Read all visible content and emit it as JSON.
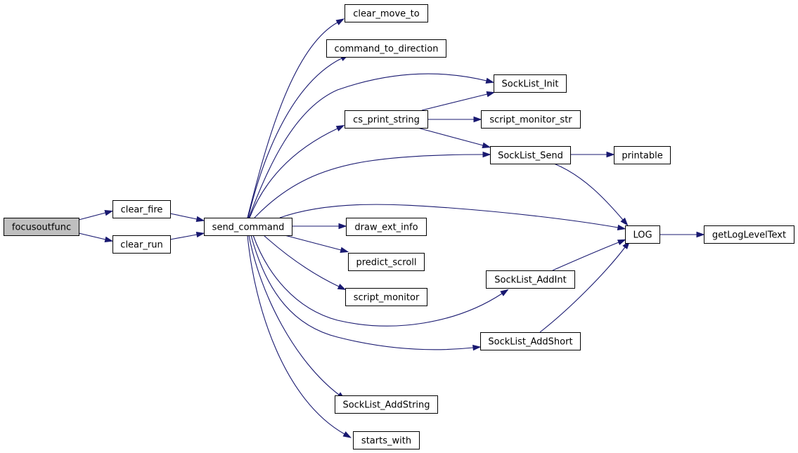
{
  "diagram": {
    "nodes": [
      {
        "id": "focusoutfunc",
        "label": "focusoutfunc",
        "root": true
      },
      {
        "id": "clear_fire",
        "label": "clear_fire"
      },
      {
        "id": "clear_run",
        "label": "clear_run"
      },
      {
        "id": "send_command",
        "label": "send_command"
      },
      {
        "id": "clear_move_to",
        "label": "clear_move_to"
      },
      {
        "id": "command_to_direction",
        "label": "command_to_direction"
      },
      {
        "id": "cs_print_string",
        "label": "cs_print_string"
      },
      {
        "id": "draw_ext_info",
        "label": "draw_ext_info"
      },
      {
        "id": "predict_scroll",
        "label": "predict_scroll"
      },
      {
        "id": "script_monitor",
        "label": "script_monitor"
      },
      {
        "id": "SockList_AddString",
        "label": "SockList_AddString"
      },
      {
        "id": "starts_with",
        "label": "starts_with"
      },
      {
        "id": "SockList_Init",
        "label": "SockList_Init"
      },
      {
        "id": "script_monitor_str",
        "label": "script_monitor_str"
      },
      {
        "id": "SockList_Send",
        "label": "SockList_Send"
      },
      {
        "id": "SockList_AddInt",
        "label": "SockList_AddInt"
      },
      {
        "id": "SockList_AddShort",
        "label": "SockList_AddShort"
      },
      {
        "id": "printable",
        "label": "printable"
      },
      {
        "id": "LOG",
        "label": "LOG"
      },
      {
        "id": "getLogLevelText",
        "label": "getLogLevelText"
      }
    ],
    "edges": [
      {
        "from": "focusoutfunc",
        "to": "clear_fire"
      },
      {
        "from": "focusoutfunc",
        "to": "clear_run"
      },
      {
        "from": "clear_fire",
        "to": "send_command"
      },
      {
        "from": "clear_run",
        "to": "send_command"
      },
      {
        "from": "send_command",
        "to": "clear_move_to"
      },
      {
        "from": "send_command",
        "to": "command_to_direction"
      },
      {
        "from": "send_command",
        "to": "SockList_Init"
      },
      {
        "from": "send_command",
        "to": "cs_print_string"
      },
      {
        "from": "send_command",
        "to": "SockList_Send"
      },
      {
        "from": "send_command",
        "to": "LOG"
      },
      {
        "from": "send_command",
        "to": "draw_ext_info"
      },
      {
        "from": "send_command",
        "to": "predict_scroll"
      },
      {
        "from": "send_command",
        "to": "script_monitor"
      },
      {
        "from": "send_command",
        "to": "SockList_AddInt"
      },
      {
        "from": "send_command",
        "to": "SockList_AddShort"
      },
      {
        "from": "send_command",
        "to": "SockList_AddString"
      },
      {
        "from": "send_command",
        "to": "starts_with"
      },
      {
        "from": "cs_print_string",
        "to": "SockList_Init"
      },
      {
        "from": "cs_print_string",
        "to": "script_monitor_str"
      },
      {
        "from": "cs_print_string",
        "to": "SockList_Send"
      },
      {
        "from": "SockList_Send",
        "to": "printable"
      },
      {
        "from": "SockList_Send",
        "to": "LOG"
      },
      {
        "from": "SockList_AddInt",
        "to": "LOG"
      },
      {
        "from": "SockList_AddShort",
        "to": "LOG"
      },
      {
        "from": "LOG",
        "to": "getLogLevelText"
      }
    ]
  }
}
